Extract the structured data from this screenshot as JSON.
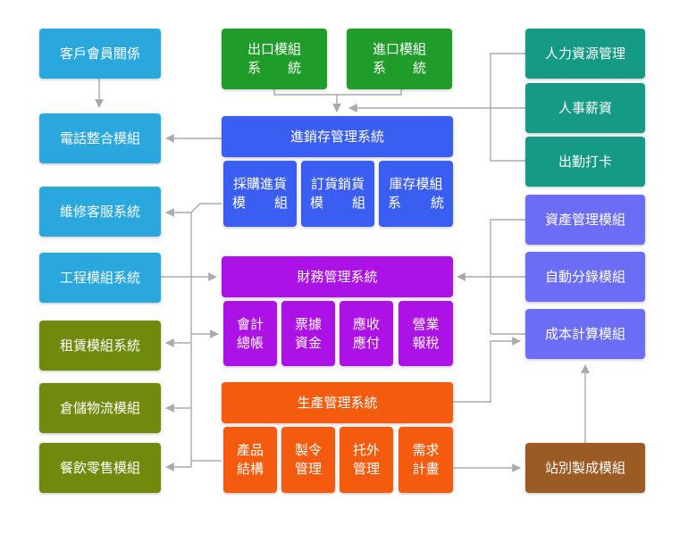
{
  "left_modules": {
    "member_relations": "客戶會員關係",
    "telephony": "電話整合模組",
    "maintenance": "維修客服系統",
    "engineering": "工程模組系統",
    "leasing": "租賃模組系統",
    "logistics": "倉儲物流模組",
    "restaurant_retail": "餐飲零售模組"
  },
  "top_modules": {
    "export": [
      "出口模組",
      [
        "系",
        "統"
      ]
    ],
    "import": [
      "進口模組",
      [
        "系",
        "統"
      ]
    ]
  },
  "inventory": {
    "title": "進銷存管理系統",
    "subs": [
      [
        "採購進貨",
        [
          "模",
          "組"
        ]
      ],
      [
        "訂貨銷貨",
        [
          "模",
          "組"
        ]
      ],
      [
        "庫存模組",
        [
          "系",
          "統"
        ]
      ]
    ]
  },
  "finance": {
    "title": "財務管理系統",
    "subs": [
      [
        "會計",
        "總帳"
      ],
      [
        "票據",
        "資金"
      ],
      [
        "應收",
        "應付"
      ],
      [
        "營業",
        "報稅"
      ]
    ]
  },
  "production": {
    "title": "生產管理系統",
    "subs": [
      [
        "產品",
        "結構"
      ],
      [
        "製令",
        "管理"
      ],
      [
        "托外",
        "管理"
      ],
      [
        "需求",
        "計畫"
      ]
    ]
  },
  "right_modules": {
    "hr": "人力資源管理",
    "payroll": "人事薪資",
    "attendance": "出勤打卡",
    "assets": "資產管理模組",
    "auto_posting": "自動分錄模組",
    "costing": "成本計算模組",
    "station_production": "站別製成模組"
  },
  "colors": {
    "cyan": "#2aa7dd",
    "olive": "#708a0d",
    "green": "#1f9c2a",
    "blue": "#3b5ef2",
    "purple": "#ac12e6",
    "orange": "#f45b0e",
    "teal": "#159a85",
    "violet": "#6b6ef5",
    "brown": "#9a5b25",
    "connector": "#aaaaaa"
  }
}
